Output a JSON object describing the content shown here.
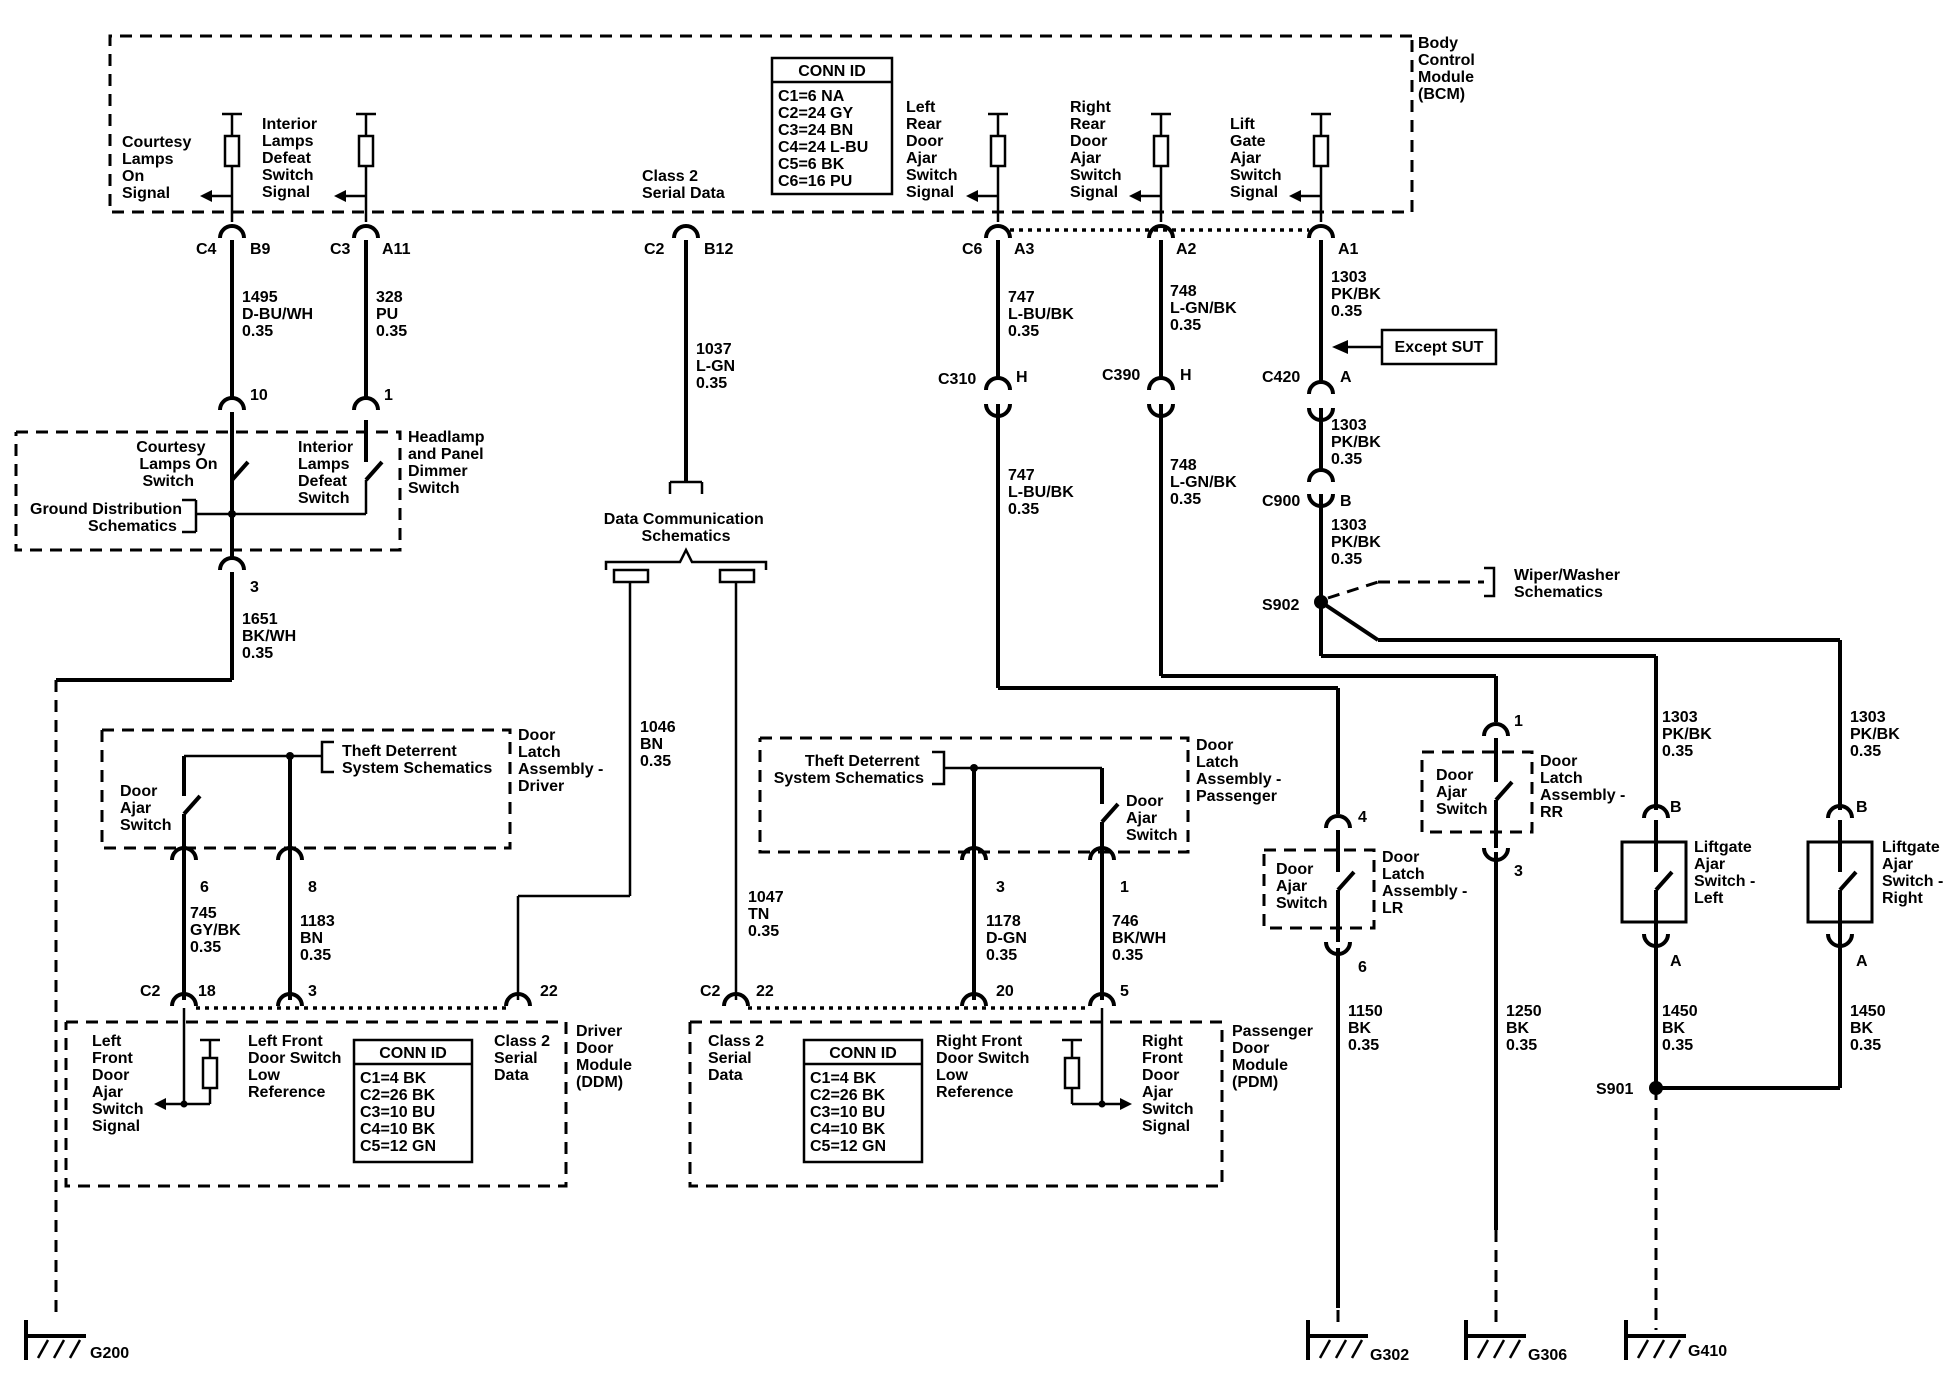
{
  "bcm": {
    "label": [
      "Body",
      "Control",
      "Module",
      "(BCM)"
    ]
  },
  "conn_bcm": {
    "title": "CONN ID",
    "rows": [
      "C1=6 NA",
      "C2=24 GY",
      "C3=24 BN",
      "C4=24 L-BU",
      "C5=6 BK",
      "C6=16 PU"
    ]
  },
  "signals": {
    "courtesy": [
      "Courtesy",
      "Lamps",
      "On",
      "Signal"
    ],
    "interior": [
      "Interior",
      "Lamps",
      "Defeat",
      "Switch",
      "Signal"
    ],
    "class2": [
      "Class 2",
      "Serial Data"
    ],
    "lr": [
      "Left",
      "Rear",
      "Door",
      "Ajar",
      "Switch",
      "Signal"
    ],
    "rr": [
      "Right",
      "Rear",
      "Door",
      "Ajar",
      "Switch",
      "Signal"
    ],
    "lg": [
      "Lift",
      "Gate",
      "Ajar",
      "Switch",
      "Signal"
    ]
  },
  "pins": {
    "c4": "C4",
    "b9": "B9",
    "c3": "C3",
    "a11": "A11",
    "c2": "C2",
    "b12": "B12",
    "c6": "C6",
    "a3": "A3",
    "a2": "A2",
    "a1": "A1",
    "hd10": "10",
    "hd1": "1",
    "hd3": "3",
    "c310": "C310",
    "c390": "C390",
    "h1": "H",
    "h2": "H",
    "c420": "C420",
    "a420": "A",
    "c900": "C900",
    "b900": "B",
    "d6": "6",
    "d8": "8",
    "d_c2": "C2",
    "d18": "18",
    "d3": "3",
    "d22": "22",
    "p3": "3",
    "p1": "1",
    "p_c2": "C2",
    "p22": "22",
    "p20": "20",
    "p5": "5",
    "lr4": "4",
    "lr6": "6",
    "rr1": "1",
    "rr3": "3",
    "lgl_b": "B",
    "lgl_a": "A",
    "lgr_b": "B",
    "lgr_a": "A"
  },
  "wires": {
    "w1495": [
      "1495",
      "D-BU/WH",
      "0.35"
    ],
    "w328": [
      "328",
      "PU",
      "0.35"
    ],
    "w1037": [
      "1037",
      "L-GN",
      "0.35"
    ],
    "w747a": [
      "747",
      "L-BU/BK",
      "0.35"
    ],
    "w748a": [
      "748",
      "L-GN/BK",
      "0.35"
    ],
    "w1303a": [
      "1303",
      "PK/BK",
      "0.35"
    ],
    "w1303b": [
      "1303",
      "PK/BK",
      "0.35"
    ],
    "w1303c": [
      "1303",
      "PK/BK",
      "0.35"
    ],
    "w747b": [
      "747",
      "L-BU/BK",
      "0.35"
    ],
    "w748b": [
      "748",
      "L-GN/BK",
      "0.35"
    ],
    "w1651": [
      "1651",
      "BK/WH",
      "0.35"
    ],
    "w1046": [
      "1046",
      "BN",
      "0.35"
    ],
    "w745": [
      "745",
      "GY/BK",
      "0.35"
    ],
    "w1183": [
      "1183",
      "BN",
      "0.35"
    ],
    "w1047": [
      "1047",
      "TN",
      "0.35"
    ],
    "w1178": [
      "1178",
      "D-GN",
      "0.35"
    ],
    "w746": [
      "746",
      "BK/WH",
      "0.35"
    ],
    "w1303d": [
      "1303",
      "PK/BK",
      "0.35"
    ],
    "w1303e": [
      "1303",
      "PK/BK",
      "0.35"
    ],
    "w1150": [
      "1150",
      "BK",
      "0.35"
    ],
    "w1250": [
      "1250",
      "BK",
      "0.35"
    ],
    "w1450a": [
      "1450",
      "BK",
      "0.35"
    ],
    "w1450b": [
      "1450",
      "BK",
      "0.35"
    ]
  },
  "except_sut": "Except SUT",
  "headlamp": {
    "courtesy_sw": [
      "Courtesy",
      "Lamps On",
      "Switch"
    ],
    "interior_sw": [
      "Interior",
      "Lamps",
      "Defeat",
      "Switch"
    ],
    "module": [
      "Headlamp",
      "and Panel",
      "Dimmer",
      "Switch"
    ],
    "ground_ref": [
      "Ground Distribution",
      "Schematics"
    ]
  },
  "data_comm": [
    "Data Communication",
    "Schematics"
  ],
  "wiper_ref": [
    "Wiper/Washer",
    "Schematics"
  ],
  "splices": {
    "s902": "S902",
    "s901": "S901"
  },
  "driver_latch": {
    "theft_ref": [
      "Theft Deterrent",
      "System Schematics"
    ],
    "switch": [
      "Door",
      "Ajar",
      "Switch"
    ],
    "module": [
      "Door",
      "Latch",
      "Assembly -",
      "Driver"
    ]
  },
  "pass_latch": {
    "theft_ref": [
      "Theft Deterrent",
      "System Schematics"
    ],
    "switch": [
      "Door",
      "Ajar",
      "Switch"
    ],
    "module": [
      "Door",
      "Latch",
      "Assembly -",
      "Passenger"
    ]
  },
  "ddm": {
    "lf_signal": [
      "Left",
      "Front",
      "Door",
      "Ajar",
      "Switch",
      "Signal"
    ],
    "lf_ref": [
      "Left Front",
      "Door Switch",
      "Low",
      "Reference"
    ],
    "class2": [
      "Class 2",
      "Serial",
      "Data"
    ],
    "module": [
      "Driver",
      "Door",
      "Module",
      "(DDM)"
    ],
    "conn": {
      "title": "CONN ID",
      "rows": [
        "C1=4 BK",
        "C2=26 BK",
        "C3=10 BU",
        "C4=10 BK",
        "C5=12 GN"
      ]
    }
  },
  "pdm": {
    "class2": [
      "Class 2",
      "Serial",
      "Data"
    ],
    "rf_ref": [
      "Right Front",
      "Door Switch",
      "Low",
      "Reference"
    ],
    "rf_signal": [
      "Right",
      "Front",
      "Door",
      "Ajar",
      "Switch",
      "Signal"
    ],
    "module": [
      "Passenger",
      "Door",
      "Module",
      "(PDM)"
    ],
    "conn": {
      "title": "CONN ID",
      "rows": [
        "C1=4 BK",
        "C2=26 BK",
        "C3=10 BU",
        "C4=10 BK",
        "C5=12 GN"
      ]
    }
  },
  "lr_latch": {
    "switch": [
      "Door",
      "Ajar",
      "Switch"
    ],
    "module": [
      "Door",
      "Latch",
      "Assembly -",
      "LR"
    ]
  },
  "rr_latch": {
    "switch": [
      "Door",
      "Ajar",
      "Switch"
    ],
    "module": [
      "Door",
      "Latch",
      "Assembly -",
      "RR"
    ]
  },
  "liftgate_l": [
    "Liftgate",
    "Ajar",
    "Switch -",
    "Left"
  ],
  "liftgate_r": [
    "Liftgate",
    "Ajar",
    "Switch -",
    "Right"
  ],
  "grounds": {
    "g200": "G200",
    "g302": "G302",
    "g306": "G306",
    "g410": "G410"
  }
}
